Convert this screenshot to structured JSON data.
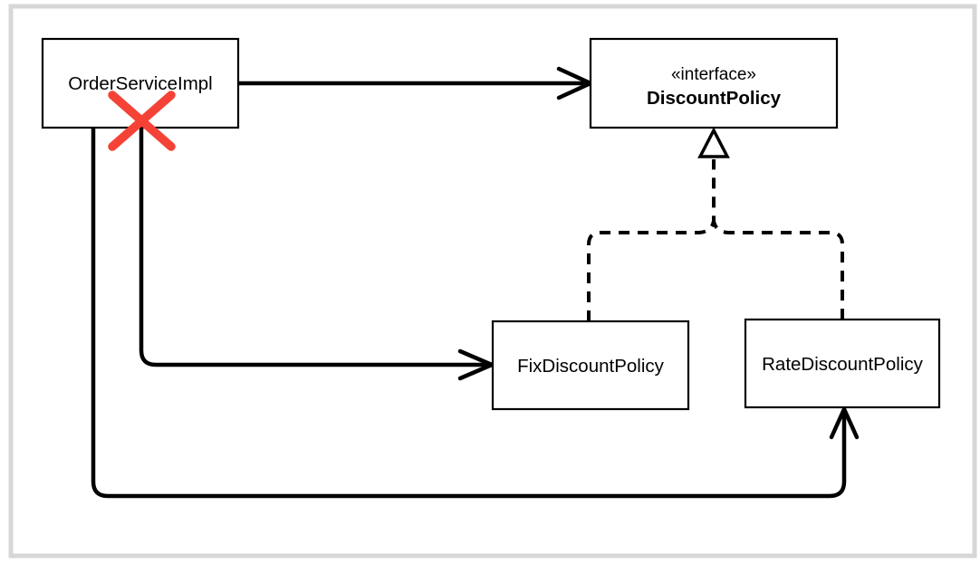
{
  "diagram": {
    "type": "uml-class-diagram",
    "colors": {
      "background": "#ffffff",
      "frame": "#d7d7d7",
      "line": "#000000",
      "cross": "#f44336",
      "node_fill": "#ffffff"
    },
    "nodes": {
      "order_service_impl": {
        "label": "OrderServiceImpl"
      },
      "discount_policy": {
        "stereotype": "«interface»",
        "label": "DiscountPolicy"
      },
      "fix_discount_policy": {
        "label": "FixDiscountPolicy"
      },
      "rate_discount_policy": {
        "label": "RateDiscountPolicy"
      }
    },
    "edges": [
      {
        "from": "OrderServiceImpl",
        "to": "DiscountPolicy",
        "type": "dependency-solid-arrow"
      },
      {
        "from": "OrderServiceImpl",
        "to": "FixDiscountPolicy",
        "type": "dependency-solid-arrow",
        "annotation": "crossed-out-red-x"
      },
      {
        "from": "OrderServiceImpl",
        "to": "RateDiscountPolicy",
        "type": "dependency-solid-arrow"
      },
      {
        "from": "FixDiscountPolicy",
        "to": "DiscountPolicy",
        "type": "realization-dashed-hollow-triangle"
      },
      {
        "from": "RateDiscountPolicy",
        "to": "DiscountPolicy",
        "type": "realization-dashed-hollow-triangle"
      }
    ]
  }
}
